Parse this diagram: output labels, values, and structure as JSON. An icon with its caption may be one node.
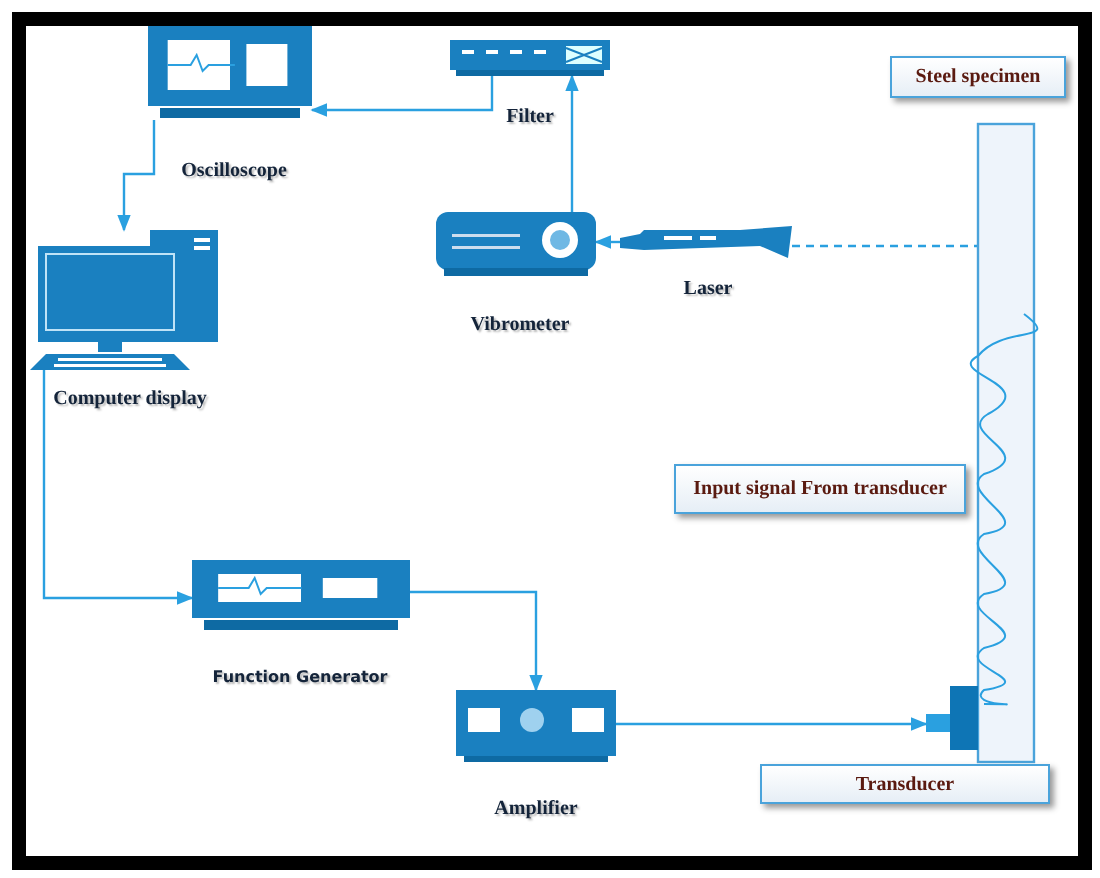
{
  "diagram": {
    "nodes": [
      {
        "text": [
          "Oscilloscope"
        ]
      },
      {
        "text": [
          "Filter"
        ]
      },
      {
        "text": [
          "Steel specimen"
        ]
      },
      {
        "text": [
          "Vibrometer"
        ]
      },
      {
        "text": [
          "Laser"
        ]
      },
      {
        "text": [
          "Computer display"
        ]
      },
      {
        "text": [],
        "shape": "bar"
      },
      {
        "text": [
          "Input signal From transducer"
        ]
      },
      {
        "text": [
          "Function Generator"
        ]
      },
      {
        "text": [
          "Amplifier"
        ]
      },
      {
        "text": [],
        "shape": "box"
      },
      {
        "text": [
          "Transducer"
        ]
      }
    ],
    "edges": [
      {
        "from": 1,
        "to": 0,
        "arrow": "to"
      },
      {
        "from": 3,
        "to": 1,
        "arrow": "to"
      },
      {
        "from": 4,
        "to": 3,
        "arrow": "to"
      },
      {
        "from": 4,
        "to": 6,
        "arrow": "none",
        "style": "dashed"
      },
      {
        "from": 0,
        "to": 5,
        "arrow": "to"
      },
      {
        "from": 5,
        "to": 8,
        "arrow": "to"
      },
      {
        "from": 8,
        "to": 9,
        "arrow": "to"
      },
      {
        "from": 9,
        "to": 10,
        "arrow": "to"
      }
    ]
  }
}
